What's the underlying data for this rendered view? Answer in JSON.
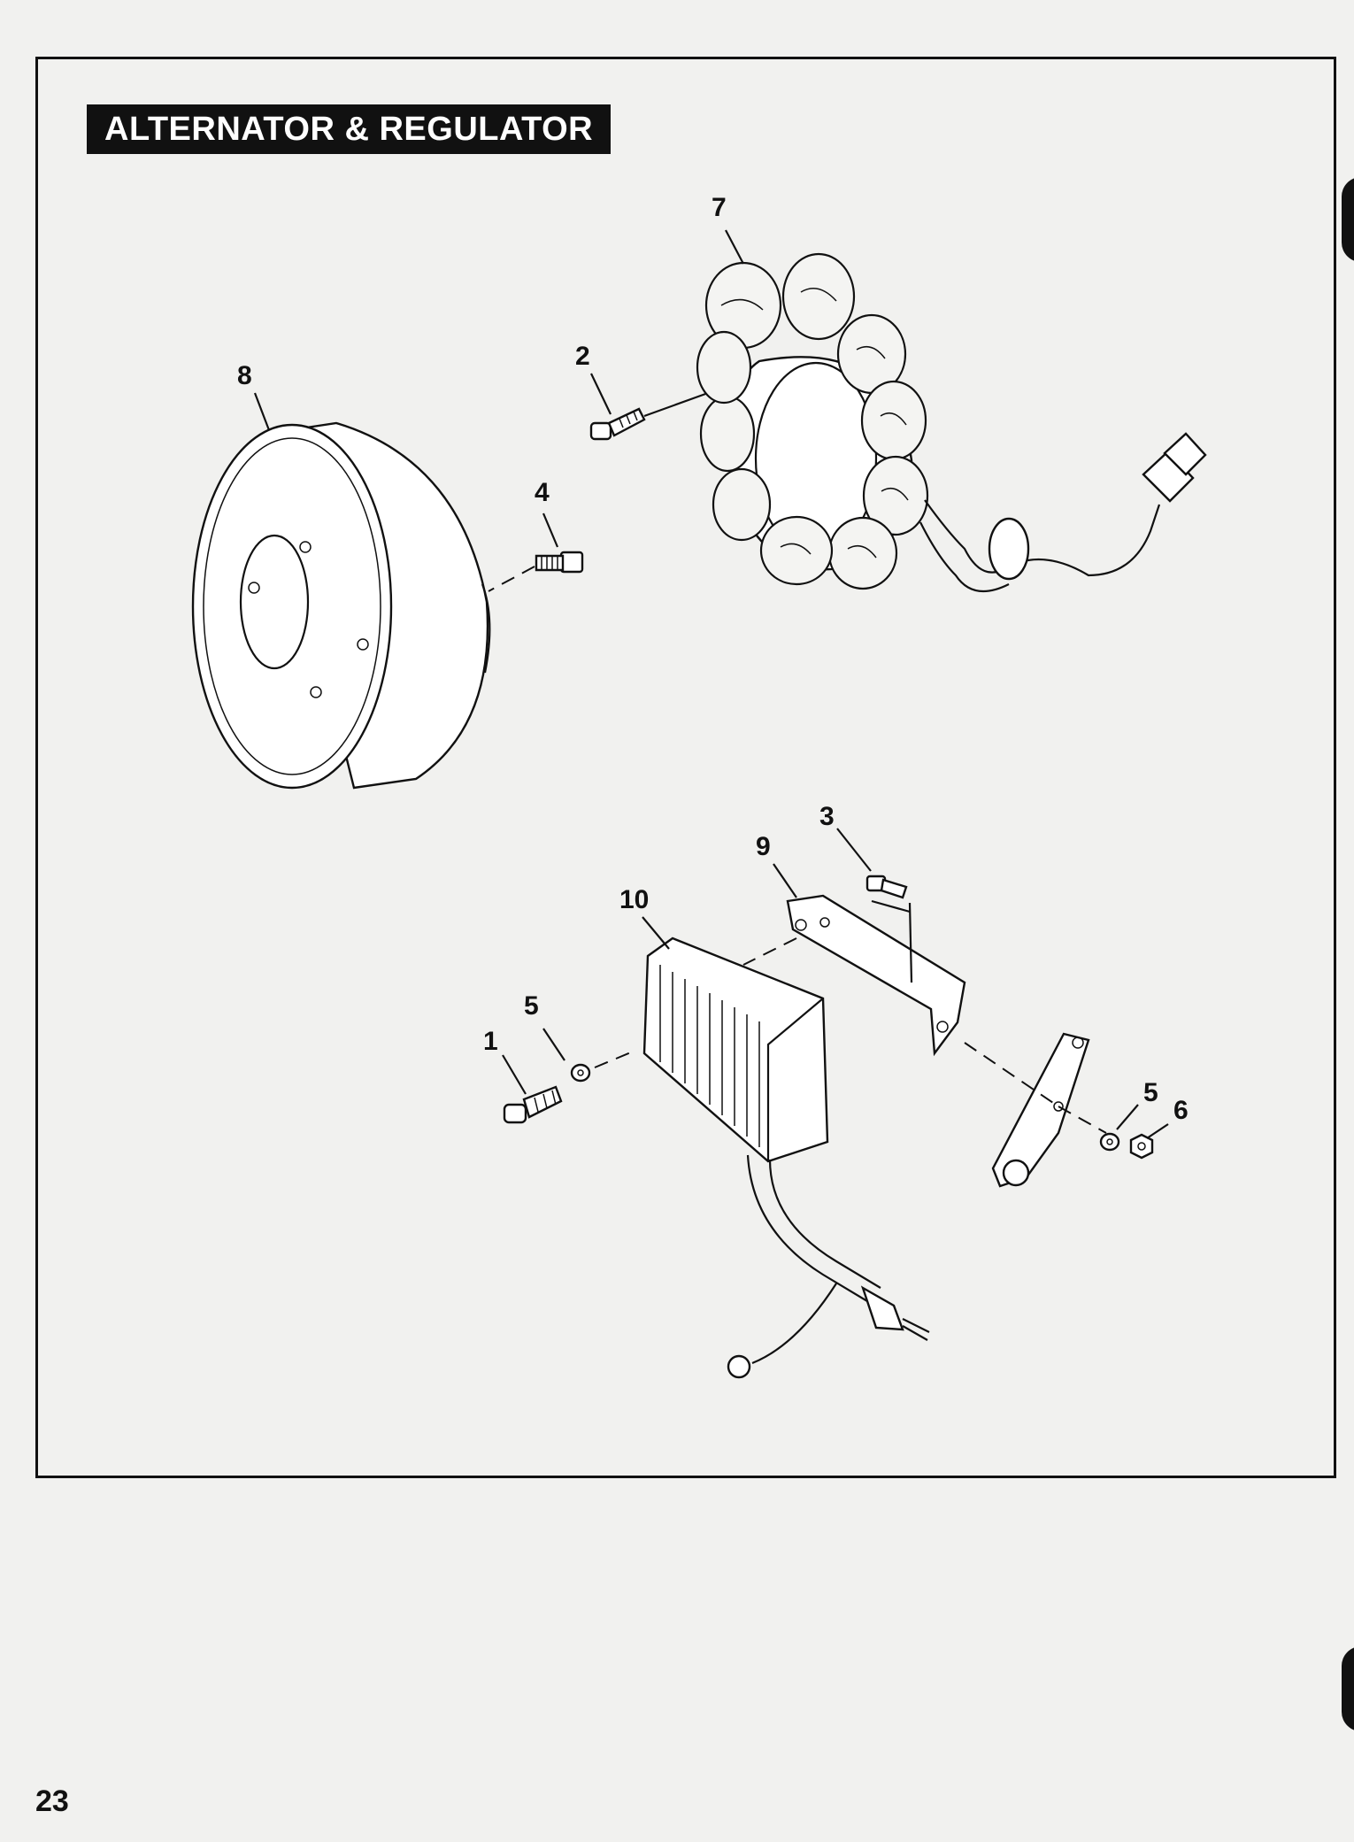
{
  "header": {
    "title": "ALTERNATOR & REGULATOR"
  },
  "footer": {
    "page_number": "23"
  },
  "diagram": {
    "callouts": [
      {
        "id": "rotor",
        "label": "8"
      },
      {
        "id": "stator",
        "label": "7"
      },
      {
        "id": "stator-screw",
        "label": "2"
      },
      {
        "id": "rotor-bolt",
        "label": "4"
      },
      {
        "id": "bracket-screw",
        "label": "3"
      },
      {
        "id": "bracket",
        "label": "9"
      },
      {
        "id": "regulator",
        "label": "10"
      },
      {
        "id": "washer-left",
        "label": "5"
      },
      {
        "id": "mount-screw",
        "label": "1"
      },
      {
        "id": "washer-right",
        "label": "5"
      },
      {
        "id": "nut",
        "label": "6"
      }
    ]
  }
}
